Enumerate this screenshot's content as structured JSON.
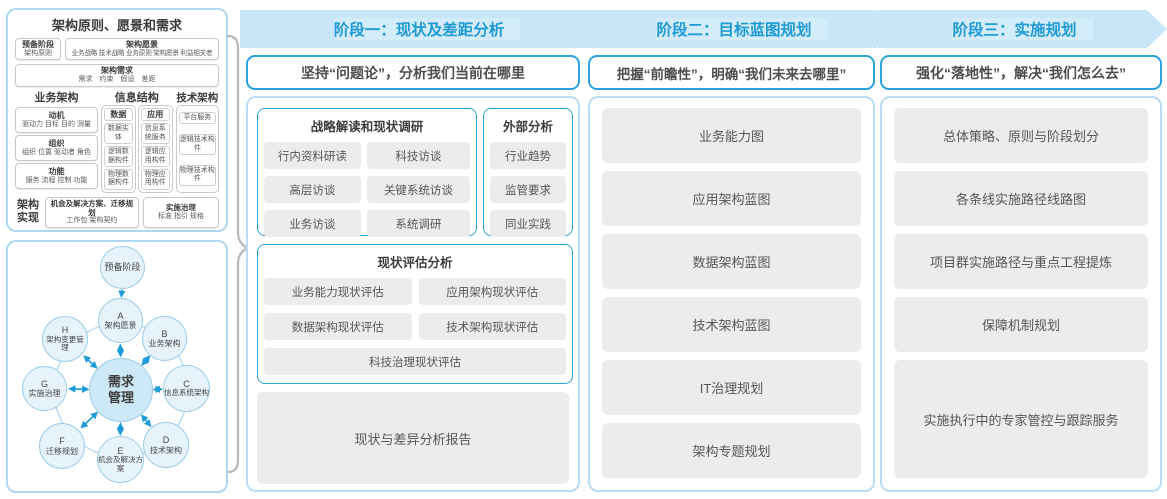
{
  "colors": {
    "accent_blue": "#29a3dc",
    "band_background": "#c7e7f8",
    "panel_border": "#aed8f2",
    "gray_box": "#ececec",
    "arrow_blue": "#1e9cd7"
  },
  "left_top": {
    "title": "架构原则、愿景和需求",
    "prep": {
      "title": "预备阶段",
      "sub": "架构原则"
    },
    "vision": {
      "title": "架构愿景",
      "sub": "业务战略 技术战略 业务原则 架构愿景 利益相关者"
    },
    "requirement": {
      "title": "架构需求",
      "sub": "需求　约束　假设　差距"
    },
    "biz": {
      "header": "业务架构",
      "boxes": [
        {
          "title": "动机",
          "sub": "驱动力 目标 目的 测量"
        },
        {
          "title": "组织",
          "sub": "组织 位置 驱动者 角色"
        },
        {
          "title": "功能",
          "sub": "服务 流程 控制 功能"
        }
      ]
    },
    "info": {
      "header": "信息结构",
      "data_col": {
        "title": "数据",
        "items": [
          "数据实体",
          "逻辑数据构件",
          "物理数据构件"
        ]
      },
      "app_col": {
        "title": "应用",
        "items": [
          "信息系统服务",
          "逻辑应用构件",
          "物理应用构件"
        ]
      }
    },
    "tech": {
      "header": "技术架构",
      "items": [
        "平台服务",
        "逻辑技术构件",
        "物理技术构件"
      ]
    },
    "impl": {
      "label": "架构实现",
      "boxes": [
        {
          "title": "机会及解决方案、迁移规划",
          "sub": "工作包 架构契约"
        },
        {
          "title": "实施治理",
          "sub": "标准 指引 规格"
        }
      ]
    }
  },
  "adm": {
    "prep": "预备阶段",
    "center": "需求管理",
    "nodes": [
      {
        "letter": "A",
        "label": "架构愿景"
      },
      {
        "letter": "B",
        "label": "业务架构"
      },
      {
        "letter": "C",
        "label": "信息系统架构"
      },
      {
        "letter": "D",
        "label": "技术架构"
      },
      {
        "letter": "E",
        "label": "机会及解决方案"
      },
      {
        "letter": "F",
        "label": "迁移规划"
      },
      {
        "letter": "G",
        "label": "实施治理"
      },
      {
        "letter": "H",
        "label": "架构变更管理"
      }
    ]
  },
  "phases": [
    {
      "header": "阶段一：现状及差距分析",
      "slogan": "坚持“问题论”，分析我们当前在哪里",
      "research": {
        "title": "战略解读和现状调研",
        "items": [
          "行内资料研读",
          "科技访谈",
          "高层访谈",
          "关键系统访谈",
          "业务访谈",
          "系统调研"
        ]
      },
      "external": {
        "title": "外部分析",
        "items": [
          "行业趋势",
          "监管要求",
          "同业实践"
        ]
      },
      "assessment": {
        "title": "现状评估分析",
        "items": [
          "业务能力现状评估",
          "应用架构现状评估",
          "数据架构现状评估",
          "技术架构现状评估",
          "科技治理现状评估"
        ]
      },
      "report": "现状与差异分析报告"
    },
    {
      "header": "阶段二：目标蓝图规划",
      "slogan": "把握“前瞻性”，明确“我们未来去哪里”",
      "items": [
        "业务能力图",
        "应用架构蓝图",
        "数据架构蓝图",
        "技术架构蓝图",
        "IT治理规划",
        "架构专题规划"
      ]
    },
    {
      "header": "阶段三：实施规划",
      "slogan": "强化“落地性”，解决“我们怎么去”",
      "items": [
        "总体策略、原则与阶段划分",
        "各条线实施路径线路图",
        "项目群实施路径与重点工程提炼",
        "保障机制规划",
        "实施执行中的专家管控与跟踪服务"
      ]
    }
  ]
}
